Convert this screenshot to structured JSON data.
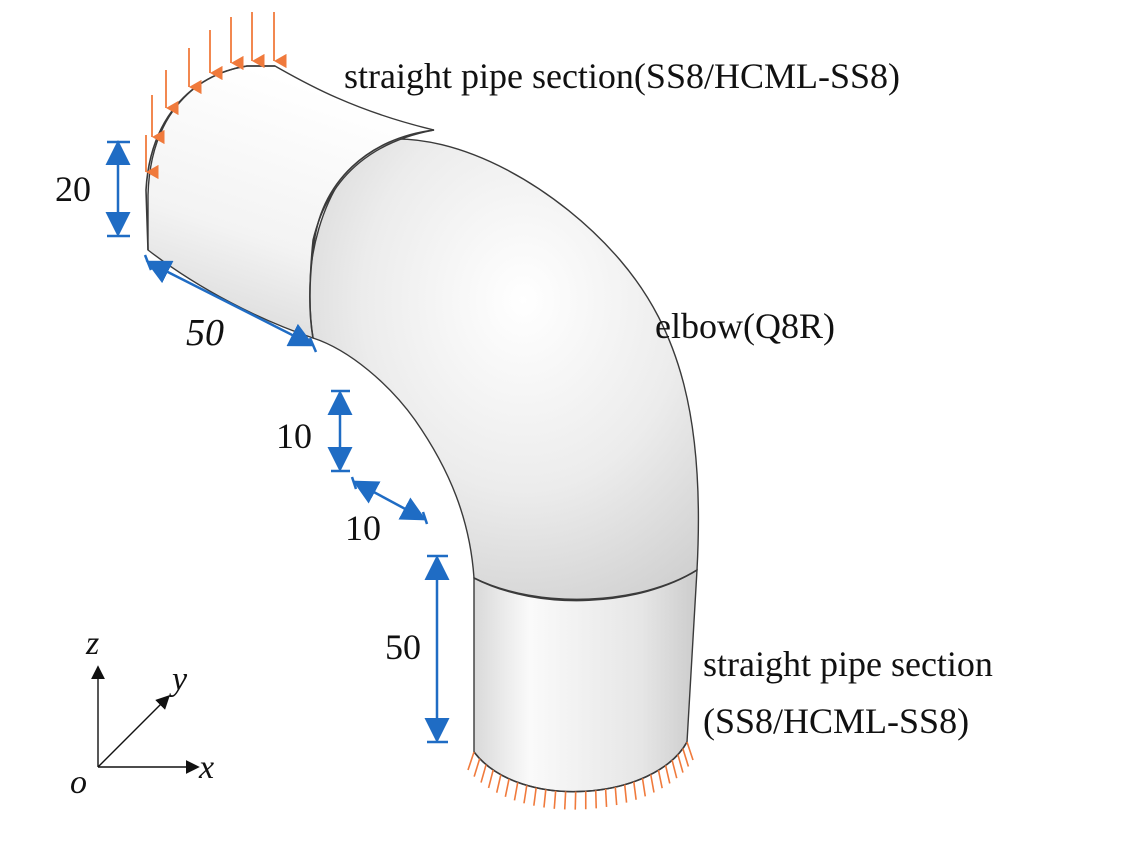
{
  "labels": {
    "top_section": "straight pipe section(SS8/HCML-SS8)",
    "elbow": "elbow(Q8R)",
    "bottom_section_line1": "straight pipe section",
    "bottom_section_line2": "(SS8/HCML-SS8)"
  },
  "dimensions": {
    "diameter": "20",
    "top_length": "50",
    "offset_vertical": "10",
    "offset_horizontal": "10",
    "bottom_length": "50"
  },
  "axes": {
    "z": "z",
    "y": "y",
    "x": "x",
    "origin": "o"
  },
  "colors": {
    "load_arrow": "#f07a3c",
    "fixed_support": "#f07a3c",
    "dimension": "#1f6cc4",
    "pipe_fill": "#e9e9e9"
  }
}
